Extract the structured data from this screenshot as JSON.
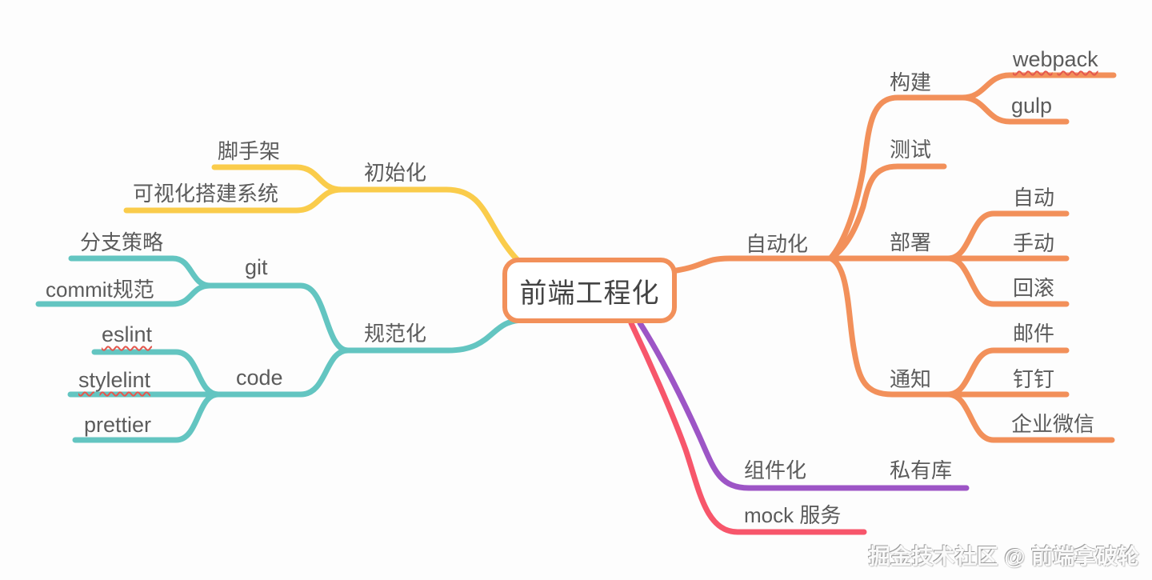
{
  "root": {
    "label": "前端工程化",
    "border_color": "#F2905A",
    "text_color": "#434343"
  },
  "label_color": "#5B5B5B",
  "background": "#FDFDFD",
  "branches": [
    {
      "label": "初始化",
      "color": "#FACC4B",
      "children": [
        {
          "label": "脚手架"
        },
        {
          "label": "可视化搭建系统"
        }
      ]
    },
    {
      "label": "规范化",
      "color": "#63C5C1",
      "children": [
        {
          "label": "git",
          "children": [
            {
              "label": "分支策略"
            },
            {
              "label": "commit规范"
            }
          ]
        },
        {
          "label": "code",
          "children": [
            {
              "label": "eslint",
              "spellcheck_underline": true
            },
            {
              "label": "stylelint",
              "spellcheck_underline": true
            },
            {
              "label": "prettier"
            }
          ]
        }
      ]
    },
    {
      "label": "自动化",
      "color": "#F2905A",
      "children": [
        {
          "label": "构建",
          "children": [
            {
              "label": "webpack",
              "spellcheck_underline": true
            },
            {
              "label": "gulp"
            }
          ]
        },
        {
          "label": "测试"
        },
        {
          "label": "部署",
          "children": [
            {
              "label": "自动"
            },
            {
              "label": "手动"
            },
            {
              "label": "回滚"
            }
          ]
        },
        {
          "label": "通知",
          "children": [
            {
              "label": "邮件"
            },
            {
              "label": "钉钉"
            },
            {
              "label": "企业微信"
            }
          ]
        }
      ]
    },
    {
      "label": "组件化",
      "color": "#9D55C6",
      "children": [
        {
          "label": "私有库"
        }
      ]
    },
    {
      "label": "mock 服务",
      "color": "#F7566B"
    }
  ],
  "watermark": "掘金技术社区 @ 前端拿破轮"
}
